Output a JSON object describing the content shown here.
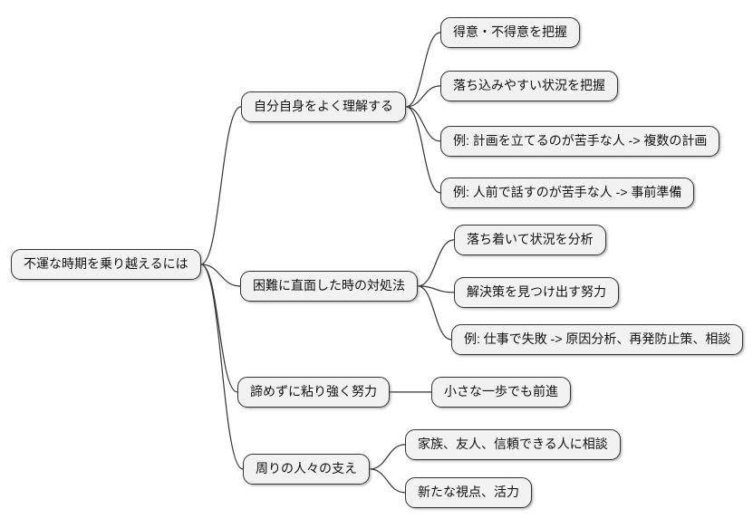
{
  "diagram": {
    "type": "mindmap",
    "background_color": "#ffffff",
    "node_fill_color": "#f2f2f2",
    "node_border_color": "#333333",
    "edge_color": "#333333",
    "text_color": "#111111",
    "root_label": "不運な時期を乗り越えるには",
    "nodes": [
      {
        "id": "root",
        "label": "不運な時期を乗り越えるには"
      },
      {
        "id": "b1",
        "label": "自分自身をよく理解する"
      },
      {
        "id": "l1a",
        "label": "得意・不得意を把握"
      },
      {
        "id": "l1b",
        "label": "落ち込みやすい状況を把握"
      },
      {
        "id": "l1c",
        "label": "例: 計画を立てるのが苦手な人 -> 複数の計画"
      },
      {
        "id": "l1d",
        "label": "例: 人前で話すのが苦手な人 -> 事前準備"
      },
      {
        "id": "b2",
        "label": "困難に直面した時の対処法"
      },
      {
        "id": "l2a",
        "label": "落ち着いて状況を分析"
      },
      {
        "id": "l2b",
        "label": "解決策を見つけ出す努力"
      },
      {
        "id": "l2c",
        "label": "例: 仕事で失敗 -> 原因分析、再発防止策、相談"
      },
      {
        "id": "b3",
        "label": "諦めずに粘り強く努力"
      },
      {
        "id": "l3a",
        "label": "小さな一歩でも前進"
      },
      {
        "id": "b4",
        "label": "周りの人々の支え"
      },
      {
        "id": "l4a",
        "label": "家族、友人、信頼できる人に相談"
      },
      {
        "id": "l4b",
        "label": "新たな視点、活力"
      }
    ],
    "edges": [
      {
        "from": "root",
        "to": "b1"
      },
      {
        "from": "root",
        "to": "b2"
      },
      {
        "from": "root",
        "to": "b3"
      },
      {
        "from": "root",
        "to": "b4"
      },
      {
        "from": "b1",
        "to": "l1a"
      },
      {
        "from": "b1",
        "to": "l1b"
      },
      {
        "from": "b1",
        "to": "l1c"
      },
      {
        "from": "b1",
        "to": "l1d"
      },
      {
        "from": "b2",
        "to": "l2a"
      },
      {
        "from": "b2",
        "to": "l2b"
      },
      {
        "from": "b2",
        "to": "l2c"
      },
      {
        "from": "b3",
        "to": "l3a"
      },
      {
        "from": "b4",
        "to": "l4a"
      },
      {
        "from": "b4",
        "to": "l4b"
      }
    ]
  }
}
